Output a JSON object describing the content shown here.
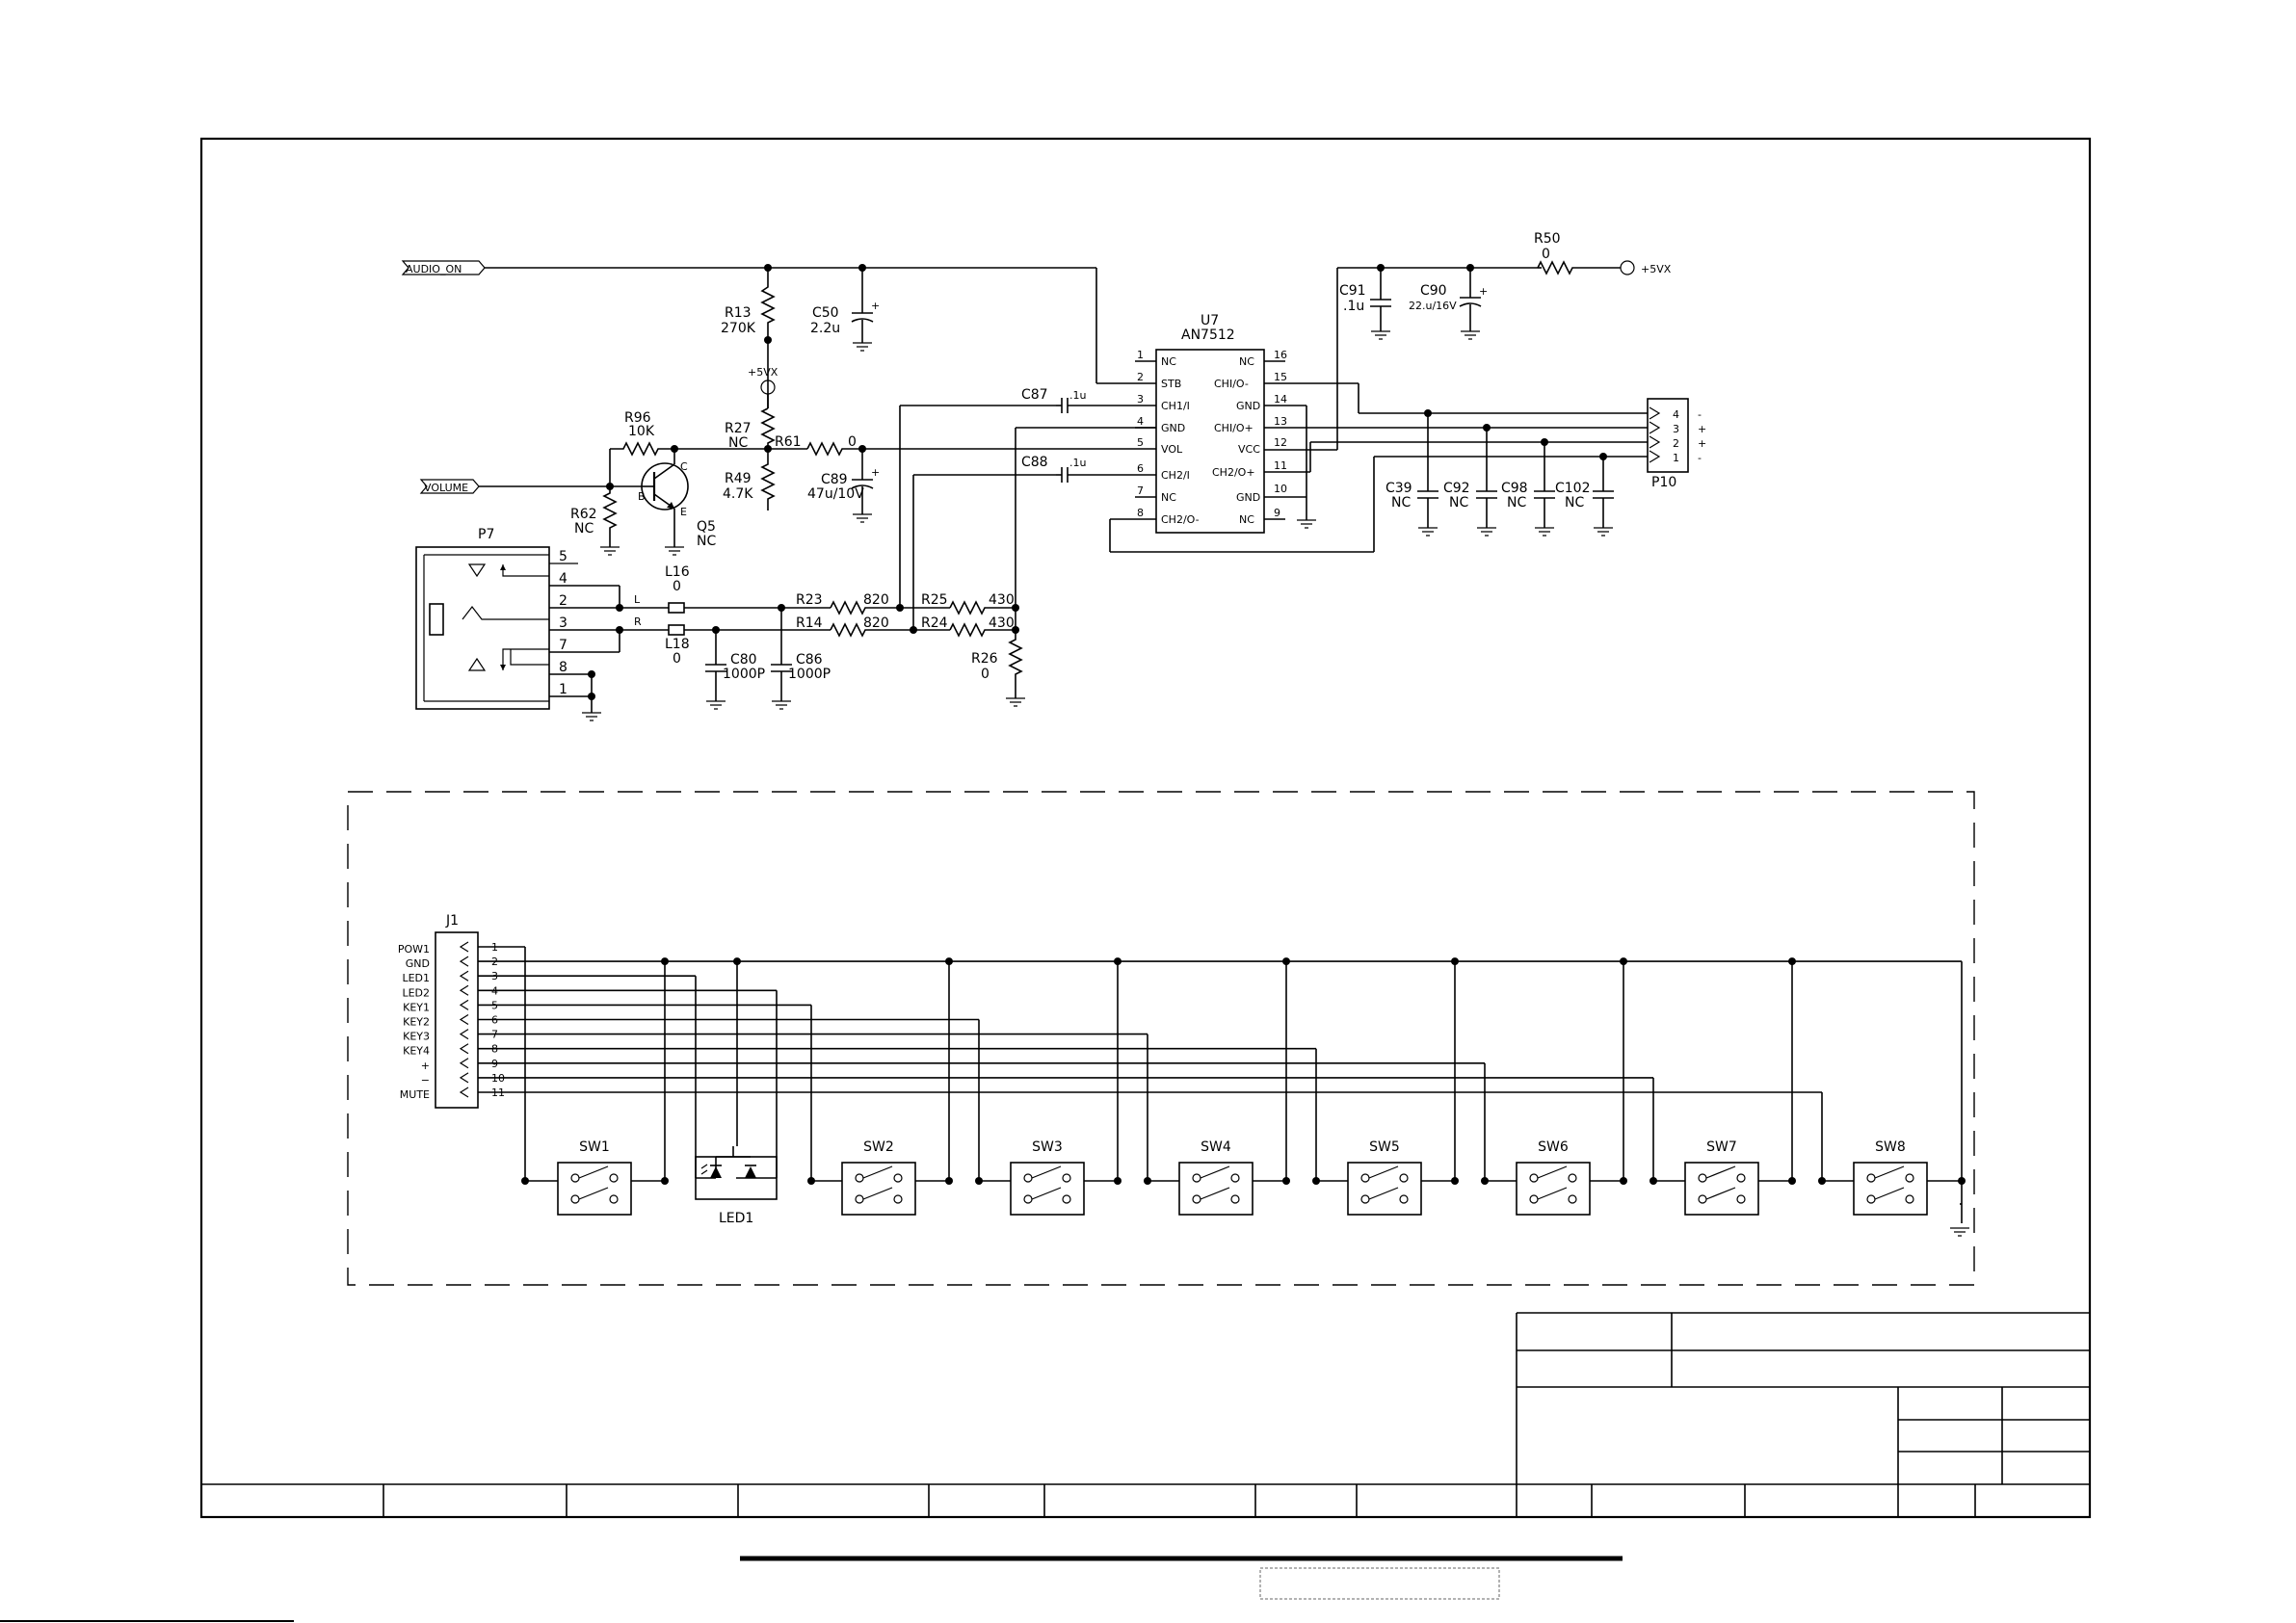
{
  "ports": {
    "audio_on": "AUDIO_ON",
    "volume": "VOLUME"
  },
  "power": {
    "vcc5vx": "+5VX"
  },
  "plus": "+",
  "minus": "-",
  "components": {
    "r13": {
      "ref": "R13",
      "value": "270K"
    },
    "c50": {
      "ref": "C50",
      "value": "2.2u"
    },
    "r27": {
      "ref": "R27",
      "value": "NC"
    },
    "r61": {
      "ref": "R61",
      "value": "0"
    },
    "r49": {
      "ref": "R49",
      "value": "4.7K"
    },
    "c89": {
      "ref": "C89",
      "value": "47u/10V"
    },
    "r96": {
      "ref": "R96",
      "value": "10K"
    },
    "r62": {
      "ref": "R62",
      "value": "NC"
    },
    "q5": {
      "ref": "Q5",
      "value": "NC",
      "b": "B",
      "c": "C",
      "e": "E"
    },
    "p7": {
      "ref": "P7",
      "pins": [
        "5",
        "4",
        "2",
        "3",
        "7",
        "8",
        "1"
      ]
    },
    "l16": {
      "ref": "L16",
      "value": "0",
      "net": "L"
    },
    "l18": {
      "ref": "L18",
      "value": "0",
      "net": "R"
    },
    "r23": {
      "ref": "R23",
      "value": "820"
    },
    "r14": {
      "ref": "R14",
      "value": "820"
    },
    "r25": {
      "ref": "R25",
      "value": "430"
    },
    "r24": {
      "ref": "R24",
      "value": "430"
    },
    "r26": {
      "ref": "R26",
      "value": "0"
    },
    "c80": {
      "ref": "C80",
      "value": "1000P"
    },
    "c86": {
      "ref": "C86",
      "value": "1000P"
    },
    "c87": {
      "ref": "C87",
      "value": ".1u"
    },
    "c88": {
      "ref": "C88",
      "value": ".1u"
    },
    "r50": {
      "ref": "R50",
      "value": "0"
    },
    "c91": {
      "ref": "C91",
      "value": ".1u"
    },
    "c90": {
      "ref": "C90",
      "value": "22.u/16V"
    },
    "c39": {
      "ref": "C39",
      "value": "NC"
    },
    "c92": {
      "ref": "C92",
      "value": "NC"
    },
    "c98": {
      "ref": "C98",
      "value": "NC"
    },
    "c102": {
      "ref": "C102",
      "value": "NC"
    },
    "p10": {
      "ref": "P10",
      "pins": [
        "4",
        "3",
        "2",
        "1"
      ],
      "signs": [
        "-",
        "+",
        "+",
        "-"
      ]
    }
  },
  "u7": {
    "ref": "U7",
    "part": "AN7512",
    "left_pins": [
      {
        "num": "1",
        "name": "NC"
      },
      {
        "num": "2",
        "name": "STB"
      },
      {
        "num": "3",
        "name": "CH1/I"
      },
      {
        "num": "4",
        "name": "GND"
      },
      {
        "num": "5",
        "name": "VOL"
      },
      {
        "num": "6",
        "name": "CH2/I"
      },
      {
        "num": "7",
        "name": "NC"
      },
      {
        "num": "8",
        "name": "CH2/O-"
      }
    ],
    "right_pins": [
      {
        "num": "16",
        "name": "NC"
      },
      {
        "num": "15",
        "name": "CHI/O-"
      },
      {
        "num": "14",
        "name": "GND"
      },
      {
        "num": "13",
        "name": "CHI/O+"
      },
      {
        "num": "12",
        "name": "VCC"
      },
      {
        "num": "11",
        "name": "CH2/O+"
      },
      {
        "num": "10",
        "name": "GND"
      },
      {
        "num": "9",
        "name": "NC"
      }
    ]
  },
  "j1": {
    "ref": "J1",
    "pins": [
      {
        "num": "1",
        "name": "POW1"
      },
      {
        "num": "2",
        "name": "GND"
      },
      {
        "num": "3",
        "name": "LED1"
      },
      {
        "num": "4",
        "name": "LED2"
      },
      {
        "num": "5",
        "name": "KEY1"
      },
      {
        "num": "6",
        "name": "KEY2"
      },
      {
        "num": "7",
        "name": "KEY3"
      },
      {
        "num": "8",
        "name": "KEY4"
      },
      {
        "num": "9",
        "name": "+"
      },
      {
        "num": "10",
        "name": "−"
      },
      {
        "num": "11",
        "name": "MUTE"
      }
    ]
  },
  "switches": [
    "SW1",
    "SW2",
    "SW3",
    "SW4",
    "SW5",
    "SW6",
    "SW7",
    "SW8"
  ],
  "led": {
    "ref": "LED1"
  }
}
